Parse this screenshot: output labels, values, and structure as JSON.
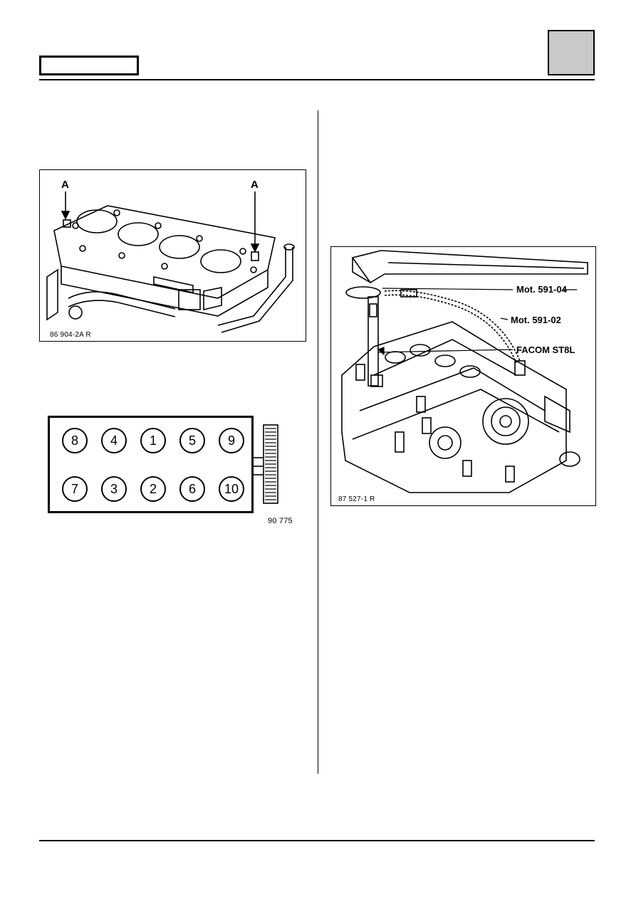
{
  "header": {
    "section_label": "",
    "corner_label": ""
  },
  "figure_gasket": {
    "callout_left": "A",
    "callout_right": "A",
    "reference": "86 904-2A R"
  },
  "figure_sequence": {
    "bolts_top": [
      "8",
      "4",
      "1",
      "5",
      "9"
    ],
    "bolts_bottom": [
      "7",
      "3",
      "2",
      "6",
      "10"
    ],
    "reference": "90 775"
  },
  "figure_tools": {
    "labels": [
      "Mot. 591-04",
      "Mot. 591-02",
      "FACOM ST8L"
    ],
    "reference": "87 527-1 R"
  },
  "colors": {
    "ink": "#000000",
    "corner_fill": "#c9c9c9",
    "paper": "#ffffff"
  }
}
